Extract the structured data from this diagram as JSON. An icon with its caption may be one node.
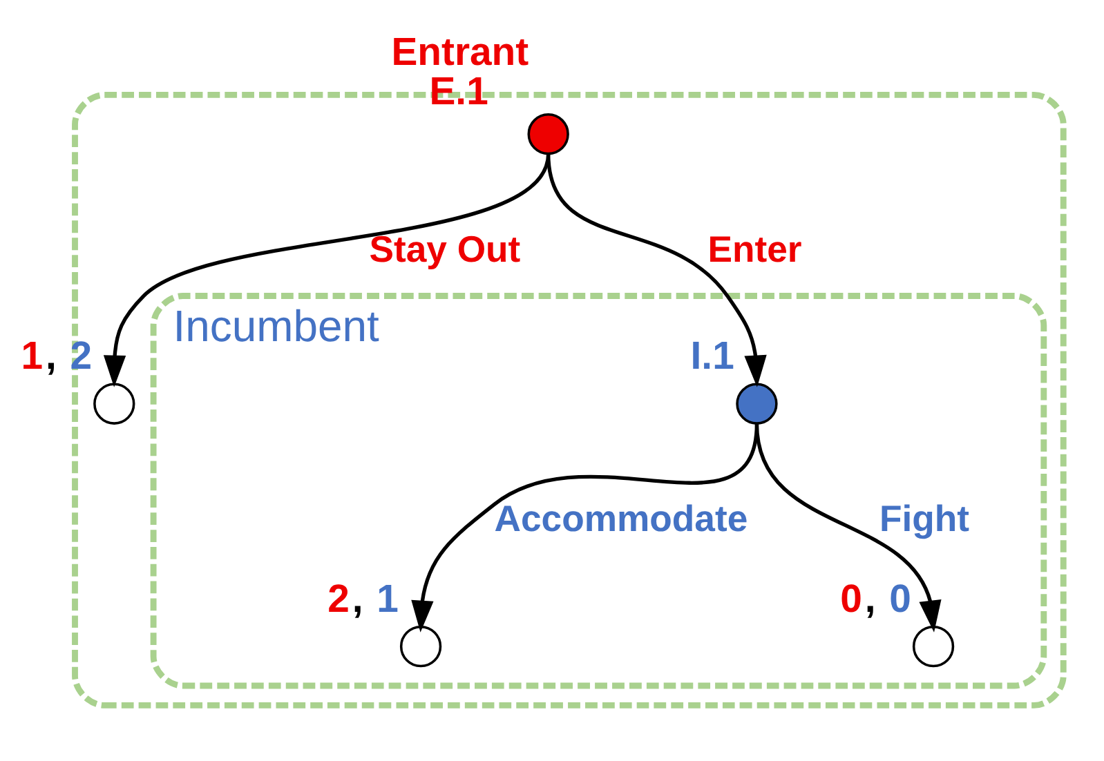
{
  "diagram": {
    "nodes": [
      {
        "text": [],
        "shape": "box"
      },
      {
        "text": [],
        "shape": "circle",
        "beside": [
          "Entrant",
          "E.1"
        ],
        "in": 0
      },
      {
        "text": [],
        "shape": "circle",
        "beside": [
          "1, 2"
        ],
        "in": 0
      },
      {
        "text": [
          "Incumbent"
        ],
        "in": 0
      },
      {
        "text": [],
        "shape": "circle",
        "beside": [
          "I.1"
        ],
        "in": 3
      },
      {
        "text": [],
        "shape": "circle",
        "beside": [
          "2, 1"
        ],
        "in": 3
      },
      {
        "text": [],
        "shape": "circle",
        "beside": [
          "0, 0"
        ],
        "in": 3
      }
    ],
    "edges": [
      {
        "from": 1,
        "to": 2,
        "arrow": "to",
        "label": "Stay Out"
      },
      {
        "from": 1,
        "to": 4,
        "arrow": "to",
        "label": "Enter"
      },
      {
        "from": 4,
        "to": 5,
        "arrow": "to",
        "label": "Accommodate"
      },
      {
        "from": 4,
        "to": 6,
        "arrow": "to",
        "label": "Fight"
      }
    ]
  }
}
